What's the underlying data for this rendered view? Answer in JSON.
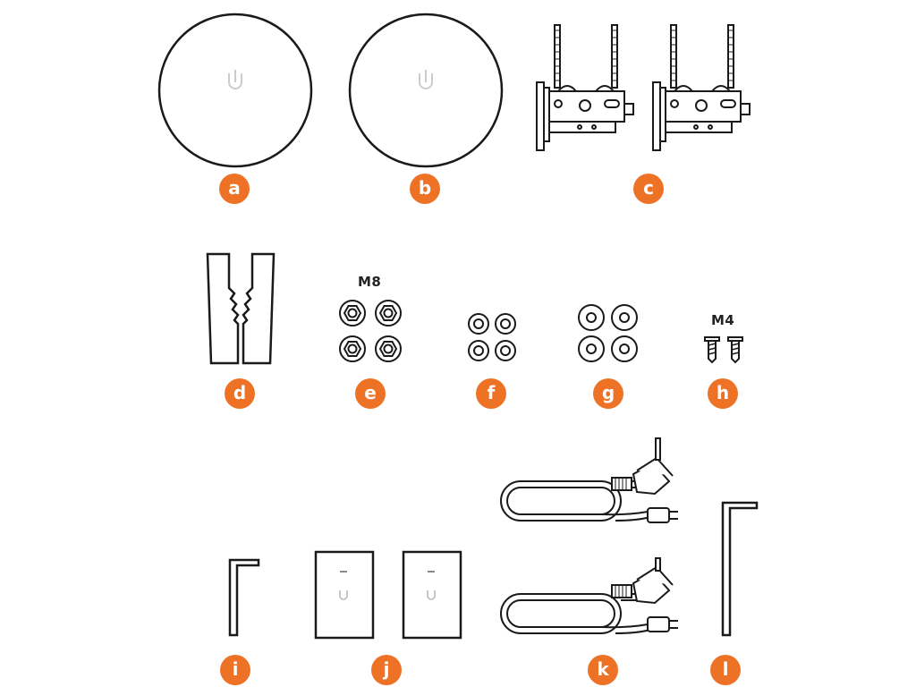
{
  "accent_color": "#ee7226",
  "line_color": "#1a1a1a",
  "labels": {
    "a": "a",
    "b": "b",
    "c": "c",
    "d": "d",
    "e": "e",
    "f": "f",
    "g": "g",
    "h": "h",
    "i": "i",
    "j": "j",
    "k": "k",
    "l": "l"
  },
  "sizes": {
    "e": "M8",
    "h": "M4"
  },
  "icons": {
    "a": "dish-reflector-icon",
    "b": "dish-reflector-icon",
    "c": "pole-mount-bracket-icon",
    "d": "pole-clamp-icon",
    "e": "hex-nut-icon",
    "f": "lock-washer-icon",
    "g": "flat-washer-icon",
    "h": "screw-icon",
    "i": "hex-key-icon",
    "j": "poe-adapter-icon",
    "k": "power-cord-icon",
    "l": "hex-key-icon"
  }
}
